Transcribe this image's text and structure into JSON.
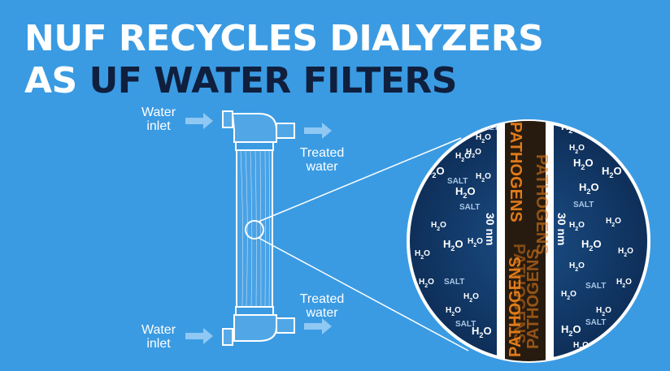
{
  "title": {
    "line1": "NUF RECYCLES DIALYZERS",
    "line2_prefix": "AS ",
    "line2_highlight": "UF WATER FILTERS"
  },
  "labels": {
    "water_inlet_top": [
      "Water",
      "inlet"
    ],
    "water_inlet_bottom": [
      "Water",
      "inlet"
    ],
    "treated_water_top": [
      "Treated",
      "water"
    ],
    "treated_water_bottom": [
      "Treated",
      "water"
    ]
  },
  "zoom": {
    "molecule": "H2O",
    "salt": "SALT",
    "pathogens": "PATHOGENS",
    "pore_size": "30 nm"
  },
  "colors": {
    "background": "#3a9be3",
    "title_highlight": "#0f1f3d",
    "zoom_fill": "#123a6b",
    "pathogen": "#e07b1a"
  },
  "icons": [
    "arrow-right-icon"
  ]
}
